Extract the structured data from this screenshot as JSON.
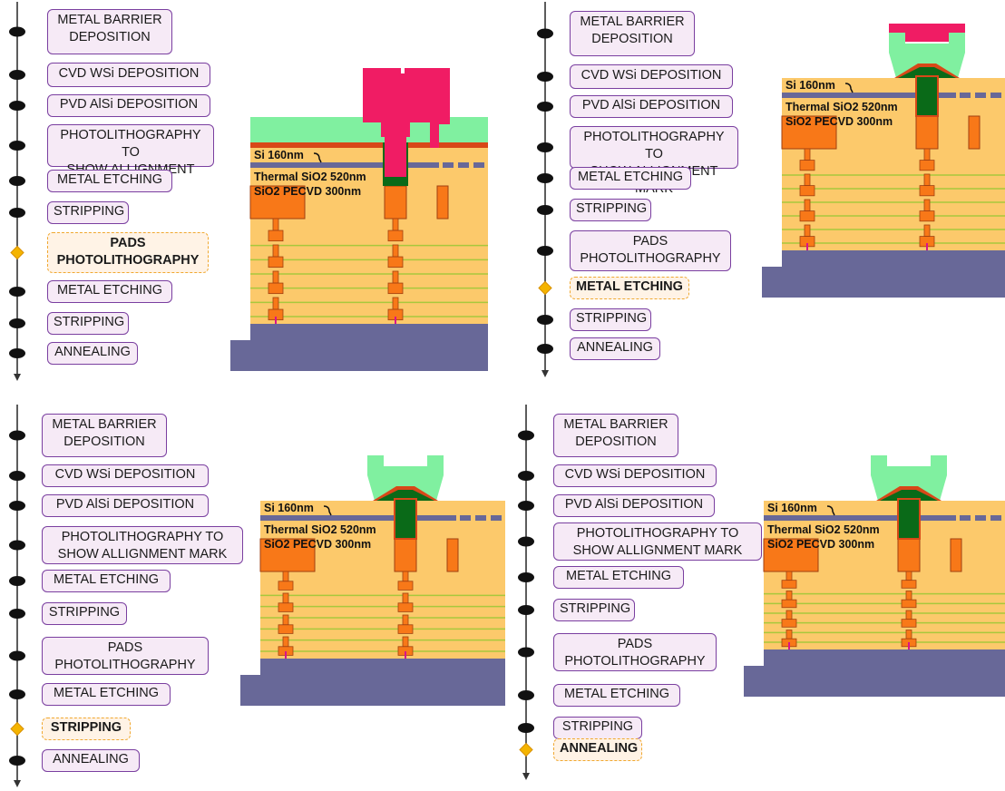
{
  "panels": [
    {
      "steps": [
        {
          "label": "METAL BARRIER\nDEPOSITION",
          "current": false
        },
        {
          "label": "CVD WSi DEPOSITION",
          "current": false
        },
        {
          "label": "PVD AlSi DEPOSITION",
          "current": false
        },
        {
          "label": "PHOTOLITHOGRAPHY TO\nSHOW ALLIGNMENT MARK",
          "current": false
        },
        {
          "label": "METAL ETCHING",
          "current": false
        },
        {
          "label": "STRIPPING",
          "current": false
        },
        {
          "label": "PADS\nPHOTOLITHOGRAPHY",
          "current": true
        },
        {
          "label": "METAL ETCHING",
          "current": false
        },
        {
          "label": "STRIPPING",
          "current": false
        },
        {
          "label": "ANNEALING",
          "current": false
        }
      ],
      "stage": "resist"
    },
    {
      "steps": [
        {
          "label": "METAL BARRIER\nDEPOSITION",
          "current": false
        },
        {
          "label": "CVD WSi DEPOSITION",
          "current": false
        },
        {
          "label": "PVD AlSi DEPOSITION",
          "current": false
        },
        {
          "label": "PHOTOLITHOGRAPHY TO\nSHOW ALLIGNMENT MARK",
          "current": false
        },
        {
          "label": "METAL ETCHING",
          "current": false
        },
        {
          "label": "STRIPPING",
          "current": false
        },
        {
          "label": "PADS\nPHOTOLITHOGRAPHY",
          "current": false
        },
        {
          "label": "METAL ETCHING",
          "current": true
        },
        {
          "label": "STRIPPING",
          "current": false
        },
        {
          "label": "ANNEALING",
          "current": false
        }
      ],
      "stage": "etched"
    },
    {
      "steps": [
        {
          "label": "METAL BARRIER\nDEPOSITION",
          "current": false
        },
        {
          "label": "CVD WSi DEPOSITION",
          "current": false
        },
        {
          "label": "PVD AlSi DEPOSITION",
          "current": false
        },
        {
          "label": "PHOTOLITHOGRAPHY TO\nSHOW ALLIGNMENT MARK",
          "current": false
        },
        {
          "label": "METAL ETCHING",
          "current": false
        },
        {
          "label": "STRIPPING",
          "current": false
        },
        {
          "label": "PADS\nPHOTOLITHOGRAPHY",
          "current": false
        },
        {
          "label": "METAL ETCHING",
          "current": false
        },
        {
          "label": "STRIPPING",
          "current": true
        },
        {
          "label": "ANNEALING",
          "current": false
        }
      ],
      "stage": "stripped"
    },
    {
      "steps": [
        {
          "label": "METAL BARRIER\nDEPOSITION",
          "current": false
        },
        {
          "label": "CVD WSi DEPOSITION",
          "current": false
        },
        {
          "label": "PVD AlSi DEPOSITION",
          "current": false
        },
        {
          "label": "PHOTOLITHOGRAPHY TO\nSHOW ALLIGNMENT MARK",
          "current": false
        },
        {
          "label": "METAL ETCHING",
          "current": false
        },
        {
          "label": "STRIPPING",
          "current": false
        },
        {
          "label": "PADS\nPHOTOLITHOGRAPHY",
          "current": false
        },
        {
          "label": "METAL ETCHING",
          "current": false
        },
        {
          "label": "STRIPPING",
          "current": false
        },
        {
          "label": "ANNEALING",
          "current": true
        }
      ],
      "stage": "annealed"
    }
  ],
  "labels": {
    "si": "Si 160nm",
    "thermal": "Thermal SiO2 520nm",
    "pecvd": "SiO2 PECVD 300nm"
  },
  "colors": {
    "oxide": "#fcc96b",
    "oxide_line": "#a8c83c",
    "substrate": "#686898",
    "copper": "#f87818",
    "copper_edge": "#a04010",
    "barrier": "#d84818",
    "wsi": "#0a6a18",
    "alsi": "#80f0a0",
    "resist": "#f01c64",
    "contact": "#d8148c",
    "step_border": "#7a3fa0",
    "step_fill": "#f6eaf6",
    "current_border": "#f0a830",
    "current_fill": "#fff3e6",
    "marker": "#f4b400"
  }
}
